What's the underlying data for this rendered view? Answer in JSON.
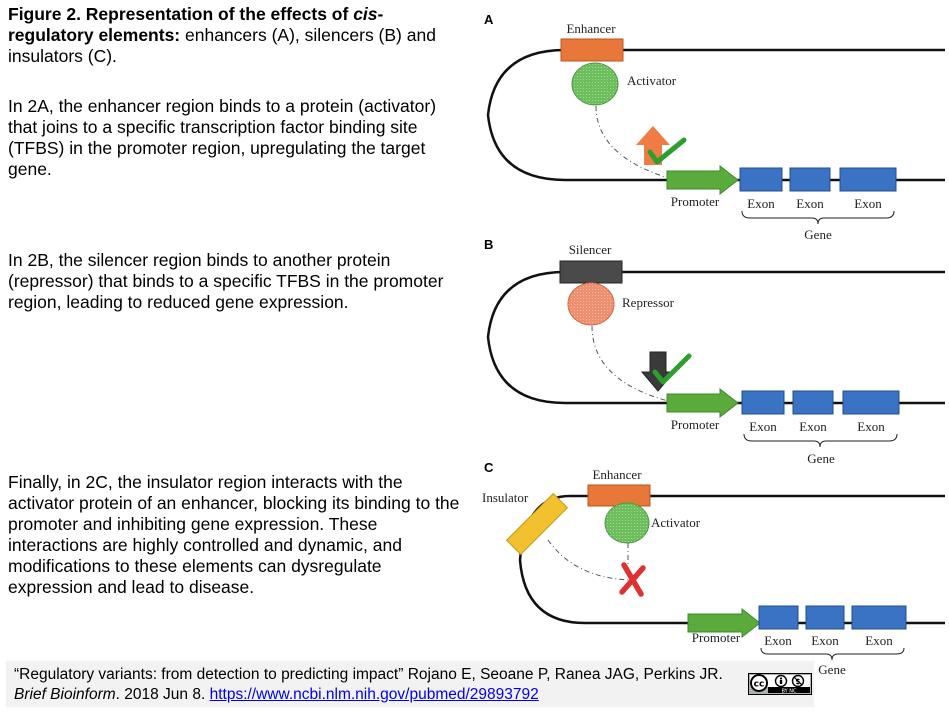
{
  "text": {
    "title_bold": "Figure 2. Representation of the effects of ",
    "title_italic": "cis",
    "title_bold2": "-regulatory elements:",
    "title_rest": " enhancers (A), silencers (B) and insulators (C).",
    "para_a": "In 2A, the enhancer region binds to a protein (activator) that joins to a specific transcription factor binding site (TFBS) in the promoter region, upregulating the target gene.",
    "para_b": "In 2B, the silencer region binds to another protein (repressor) that binds to a specific TFBS in the promoter region, leading to reduced gene expression.",
    "para_c": "Finally, in 2C, the insulator region interacts with the activator protein of an enhancer, blocking its binding to the promoter and inhibiting gene expression. These interactions are highly controlled and dynamic, and modifications to these elements can dysregulate expression and lead to disease."
  },
  "citation": {
    "line1": "“Regulatory variants: from detection to predicting impact” Rojano E, Seoane P, Ranea JAG, Perkins JR.",
    "journal": "Brief Bioinform",
    "rest": ". 2018 Jun 8. ",
    "link": "https://www.ncbi.nlm.nih.gov/pubmed/29893792",
    "license_badge": "BY NC"
  },
  "diagram": {
    "panel_a": {
      "letter": "A",
      "enhancer": "Enhancer",
      "activator": "Activator",
      "promoter": "Promoter",
      "exons": [
        "Exon",
        "Exon",
        "Exon"
      ],
      "gene": "Gene"
    },
    "panel_b": {
      "letter": "B",
      "silencer": "Silencer",
      "repressor": "Repressor",
      "promoter": "Promoter",
      "exons": [
        "Exon",
        "Exon",
        "Exon"
      ],
      "gene": "Gene"
    },
    "panel_c": {
      "letter": "C",
      "insulator": "Insulator",
      "enhancer": "Enhancer",
      "activator": "Activator",
      "promoter": "Promoter",
      "exons": [
        "Exon",
        "Exon",
        "Exon"
      ],
      "gene": "Gene"
    },
    "colors": {
      "enhancer": "#e8773a",
      "activator": "#6dbf5e",
      "promoter": "#5aaa3c",
      "exon": "#3a72c4",
      "silencer": "#4a4a4a",
      "repressor": "#ee9070",
      "insulator": "#f2c12e",
      "check": "#2e9e2e",
      "cross": "#e03030"
    }
  }
}
